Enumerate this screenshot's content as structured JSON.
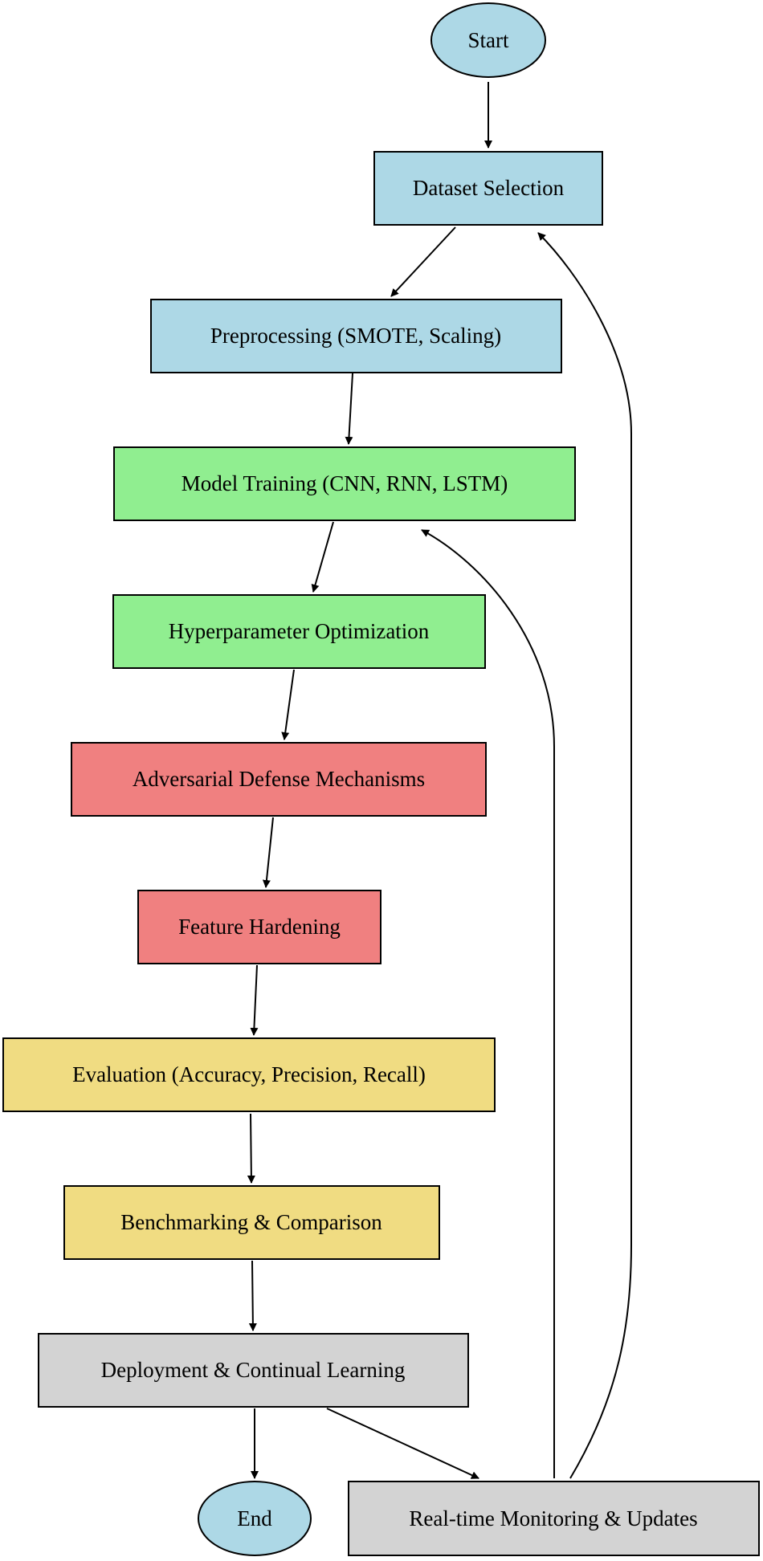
{
  "diagram": {
    "colors": {
      "blue": "#add8e6",
      "green": "#90ee90",
      "red": "#f08080",
      "yellow": "#f0dc82",
      "gray": "#d3d3d3",
      "stroke": "#000000"
    },
    "nodes": {
      "start": "Start",
      "dataset_selection": "Dataset Selection",
      "preprocessing": "Preprocessing (SMOTE, Scaling)",
      "model_training": "Model Training (CNN, RNN, LSTM)",
      "hyperparameter_optimization": "Hyperparameter Optimization",
      "adversarial_defense": "Adversarial Defense Mechanisms",
      "feature_hardening": "Feature Hardening",
      "evaluation": "Evaluation (Accuracy, Precision, Recall)",
      "benchmarking": "Benchmarking & Comparison",
      "deployment": "Deployment & Continual Learning",
      "end": "End",
      "monitoring": "Real-time Monitoring & Updates"
    },
    "edges": [
      {
        "from": "start",
        "to": "dataset_selection"
      },
      {
        "from": "dataset_selection",
        "to": "preprocessing"
      },
      {
        "from": "preprocessing",
        "to": "model_training"
      },
      {
        "from": "model_training",
        "to": "hyperparameter_optimization"
      },
      {
        "from": "hyperparameter_optimization",
        "to": "adversarial_defense"
      },
      {
        "from": "adversarial_defense",
        "to": "feature_hardening"
      },
      {
        "from": "feature_hardening",
        "to": "evaluation"
      },
      {
        "from": "evaluation",
        "to": "benchmarking"
      },
      {
        "from": "benchmarking",
        "to": "deployment"
      },
      {
        "from": "deployment",
        "to": "end"
      },
      {
        "from": "deployment",
        "to": "monitoring"
      },
      {
        "from": "monitoring",
        "to": "model_training"
      },
      {
        "from": "monitoring",
        "to": "dataset_selection"
      }
    ]
  }
}
